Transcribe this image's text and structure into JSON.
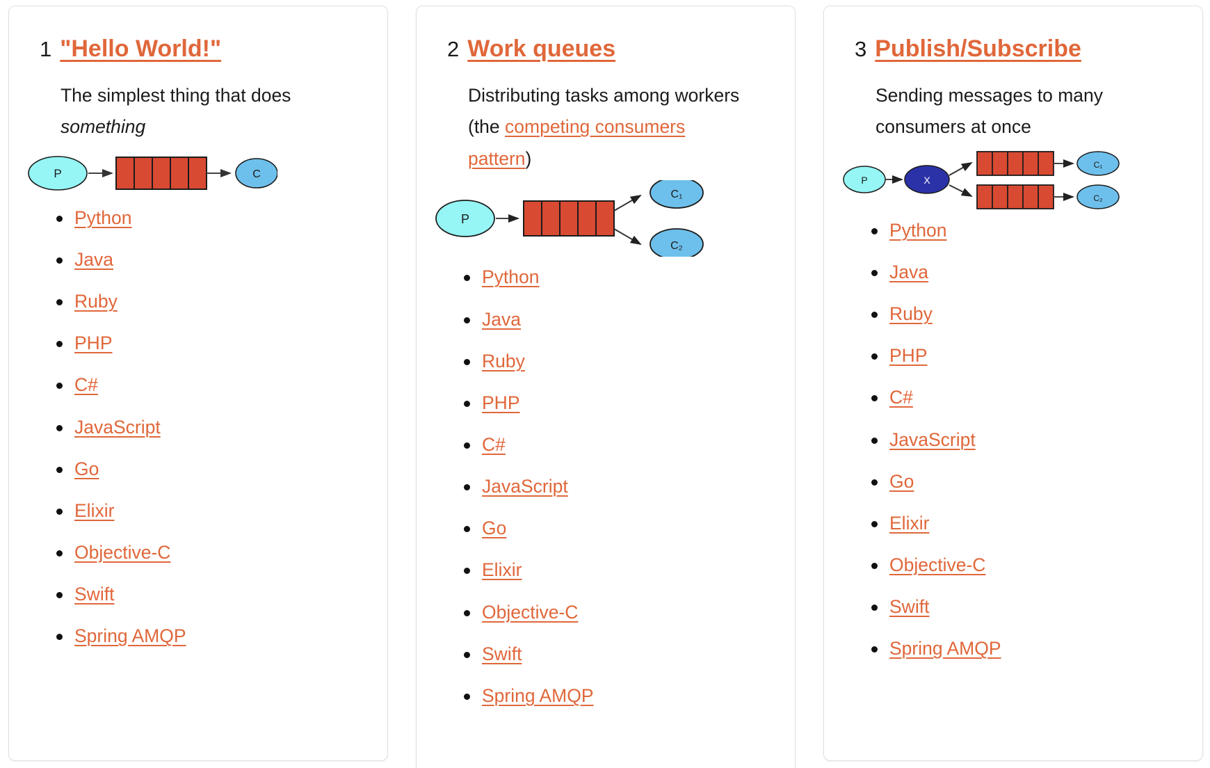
{
  "page": {
    "background": "#ffffff",
    "link_color": "#e0673a",
    "text_color": "#1b1b1b",
    "card_border_color": "#e0e0e0"
  },
  "diagram_colors": {
    "producer_fill": "#96f5f5",
    "consumer_fill": "#6ec0ec",
    "queue_fill": "#d94a33",
    "exchange_fill": "#2b32a8",
    "stroke": "#1b1b1b",
    "arrow": "#444444"
  },
  "cards": [
    {
      "number": "1",
      "title": "\"Hello World!\"",
      "desc_before": "The simplest thing that does ",
      "desc_em": "something",
      "desc_after": "",
      "link_text": "",
      "desc_tail": "",
      "diagram": {
        "type": "hello-world",
        "producer_label": "P",
        "consumer_labels": [
          "C"
        ],
        "queue_count": 1,
        "queue_segments": 5
      },
      "languages": [
        "Python",
        "Java",
        "Ruby",
        "PHP",
        "C#",
        "JavaScript",
        "Go",
        "Elixir",
        "Objective-C",
        "Swift",
        "Spring AMQP"
      ]
    },
    {
      "number": "2",
      "title": "Work queues",
      "desc_before": "Distributing tasks among workers (the ",
      "desc_em": "",
      "desc_after": "",
      "link_text": "competing consumers pattern",
      "desc_tail": ")",
      "diagram": {
        "type": "work-queues",
        "producer_label": "P",
        "consumer_labels": [
          "C₁",
          "C₂"
        ],
        "queue_count": 1,
        "queue_segments": 5
      },
      "languages": [
        "Python",
        "Java",
        "Ruby",
        "PHP",
        "C#",
        "JavaScript",
        "Go",
        "Elixir",
        "Objective-C",
        "Swift",
        "Spring AMQP"
      ]
    },
    {
      "number": "3",
      "title": "Publish/Subscribe",
      "desc_before": "Sending messages to many consumers at once",
      "desc_em": "",
      "desc_after": "",
      "link_text": "",
      "desc_tail": "",
      "diagram": {
        "type": "pub-sub",
        "producer_label": "P",
        "exchange_label": "X",
        "consumer_labels": [
          "C₁",
          "C₂"
        ],
        "queue_count": 2,
        "queue_segments": 5
      },
      "languages": [
        "Python",
        "Java",
        "Ruby",
        "PHP",
        "C#",
        "JavaScript",
        "Go",
        "Elixir",
        "Objective-C",
        "Swift",
        "Spring AMQP"
      ]
    }
  ]
}
